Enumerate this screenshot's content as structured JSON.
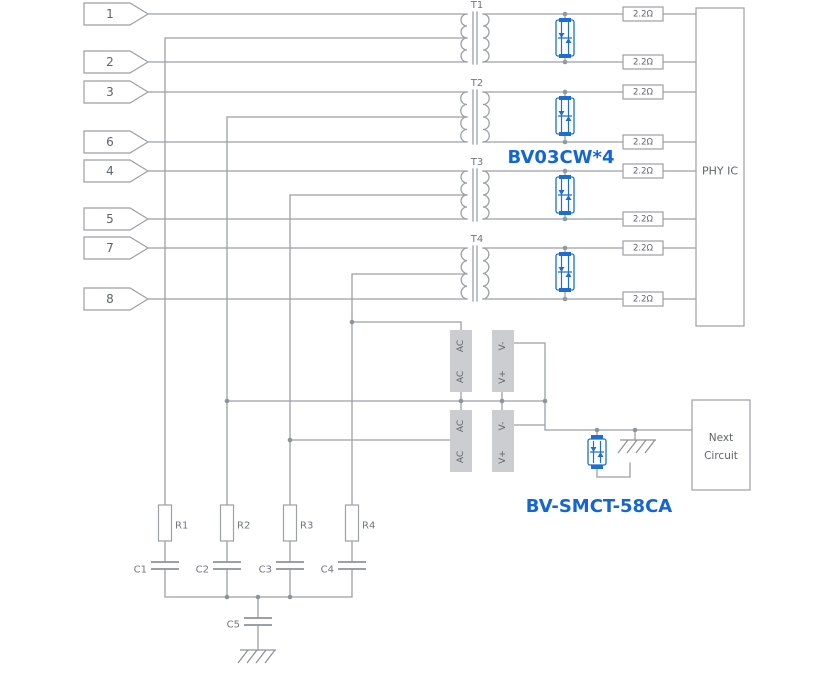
{
  "pins": [
    {
      "label": "1"
    },
    {
      "label": "2"
    },
    {
      "label": "3"
    },
    {
      "label": "6"
    },
    {
      "label": "4"
    },
    {
      "label": "5"
    },
    {
      "label": "7"
    },
    {
      "label": "8"
    }
  ],
  "transformers": [
    {
      "label": "T1"
    },
    {
      "label": "T2"
    },
    {
      "label": "T3"
    },
    {
      "label": "T4"
    }
  ],
  "series_resistors": [
    "2.2Ω",
    "2.2Ω",
    "2.2Ω",
    "2.2Ω",
    "2.2Ω",
    "2.2Ω",
    "2.2Ω",
    "2.2Ω"
  ],
  "parts": {
    "tvs_array": "BV03CW*4",
    "protector": "BV-SMCT-58CA"
  },
  "ic": {
    "label": "PHY IC"
  },
  "next_circuit": {
    "line1": "Next",
    "line2": "Circuit"
  },
  "bridge_pads": {
    "ac": "AC",
    "v_minus": "V-",
    "v_plus": "V+"
  },
  "termination": {
    "resistors": [
      "R1",
      "R2",
      "R3",
      "R4"
    ],
    "capacitors": [
      "C1",
      "C2",
      "C3",
      "C4"
    ],
    "bulk_capacitor": "C5"
  },
  "colors": {
    "wire": "#9aa1a8",
    "accent_blue": "#1d6ed0",
    "pad_gray": "#cbcdd0",
    "text": "#5d646b"
  }
}
